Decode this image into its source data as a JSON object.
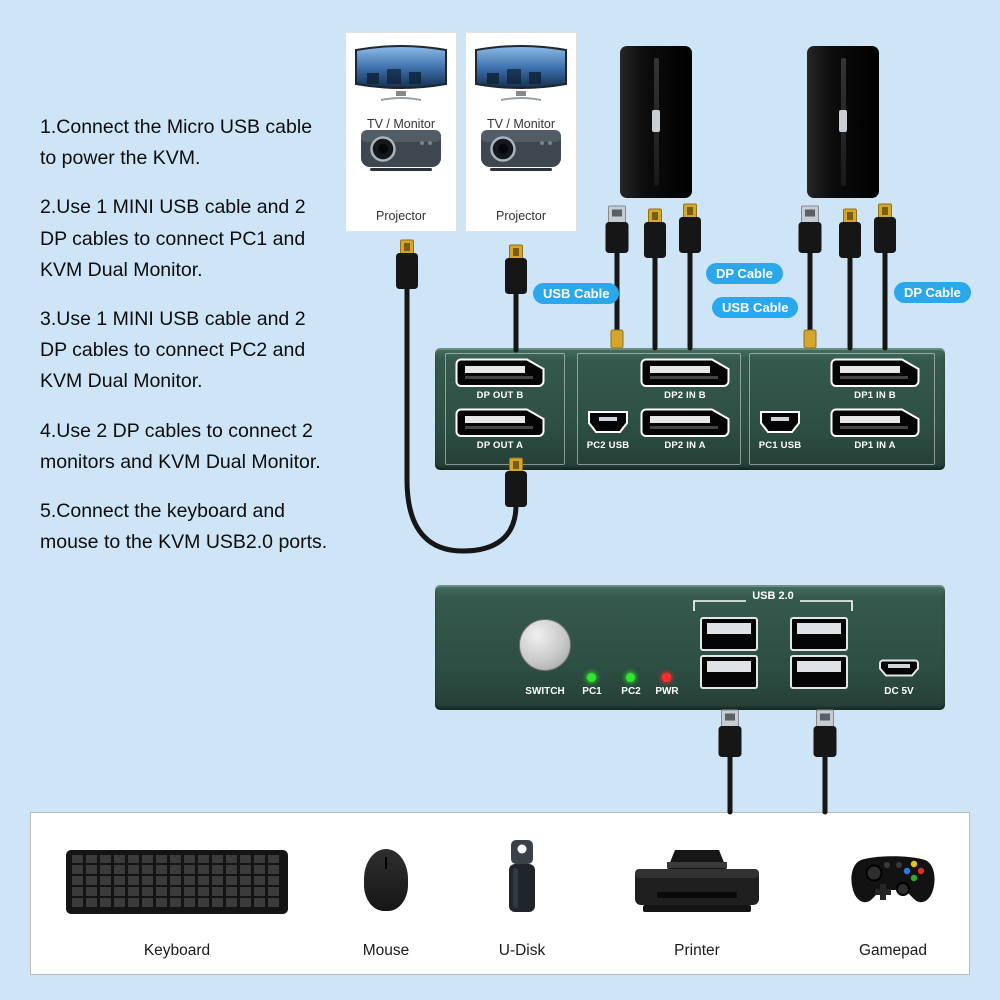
{
  "colors": {
    "background": "#cde5f6",
    "kvm_green": "#2e5044",
    "badge_blue": "#2ba7ec"
  },
  "instructions": [
    "1.Connect the Micro USB cable to power the KVM.",
    "2.Use 1 MINI USB cable and 2 DP cables to connect PC1 and KVM Dual Monitor.",
    "3.Use 1 MINI USB cable and 2 DP cables to connect PC2 and KVM Dual Monitor.",
    "4.Use 2 DP cables to connect 2 monitors and KVM Dual Monitor.",
    "5.Connect the keyboard and mouse to the KVM USB2.0 ports."
  ],
  "display_cards": [
    {
      "monitor_label": "TV / Monitor",
      "projector_label": "Projector"
    },
    {
      "monitor_label": "TV / Monitor",
      "projector_label": "Projector"
    }
  ],
  "cable_labels": {
    "usb1": "USB Cable",
    "dp1": "DP Cable",
    "usb2": "USB Cable",
    "dp2": "DP Cable"
  },
  "kvm_rear": {
    "ports": {
      "dp_out_b": "DP OUT B",
      "dp_out_a": "DP OUT A",
      "pc2_usb": "PC2 USB",
      "dp2_in_b": "DP2 IN B",
      "dp2_in_a": "DP2 IN A",
      "pc1_usb": "PC1 USB",
      "dp1_in_b": "DP1 IN B",
      "dp1_in_a": "DP1 IN A"
    }
  },
  "kvm_front": {
    "switch": "SWITCH",
    "led_pc1": "PC1",
    "led_pc2": "PC2",
    "led_pwr": "PWR",
    "usb_section": "USB 2.0",
    "dc": "DC 5V"
  },
  "peripherals": [
    {
      "label": "Keyboard"
    },
    {
      "label": "Mouse"
    },
    {
      "label": "U-Disk"
    },
    {
      "label": "Printer"
    },
    {
      "label": "Gamepad"
    }
  ]
}
